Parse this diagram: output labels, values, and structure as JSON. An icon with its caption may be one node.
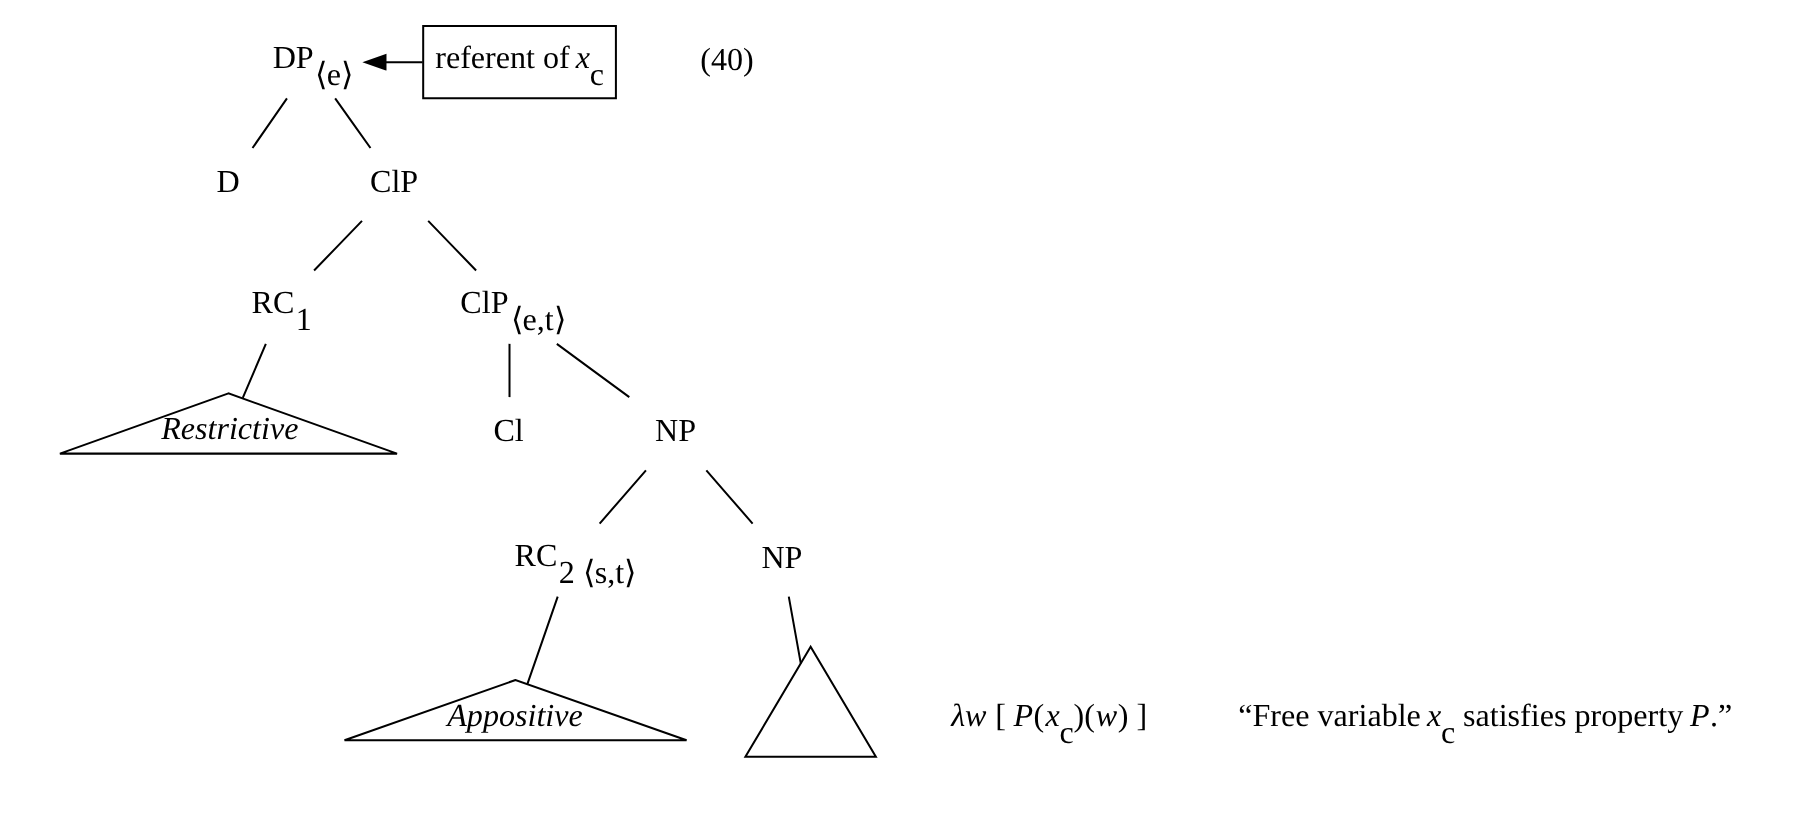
{
  "diagram": {
    "nodes": [
      {
        "text": [
          "DP$_{⟨e⟩}$"
        ]
      },
      {
        "text": [
          "referent of *x*$_{c}$"
        ]
      },
      {
        "text": [
          "D"
        ]
      },
      {
        "text": [
          "ClP"
        ]
      },
      {
        "text": [
          "RC$_{1}$"
        ]
      },
      {
        "text": [
          "ClP$_{⟨e,t⟩}$"
        ]
      },
      {
        "text": [
          "Restrictive"
        ]
      },
      {
        "text": [
          "Cl"
        ]
      },
      {
        "text": [
          "NP"
        ]
      },
      {
        "text": [
          "RC$_{2 ⟨s,t⟩}$"
        ]
      },
      {
        "text": [
          "NP"
        ]
      },
      {
        "text": [
          "Appositive"
        ]
      },
      {
        "text": [],
        "shape": "triangle"
      }
    ],
    "edges": [
      {
        "from": 1,
        "to": 0,
        "arrow": "to"
      },
      {
        "from": 0,
        "to": 2,
        "arrow": "none"
      },
      {
        "from": 0,
        "to": 3,
        "arrow": "none"
      },
      {
        "from": 3,
        "to": 4,
        "arrow": "none"
      },
      {
        "from": 3,
        "to": 5,
        "arrow": "none"
      },
      {
        "from": 4,
        "to": 6,
        "arrow": "none"
      },
      {
        "from": 5,
        "to": 7,
        "arrow": "none"
      },
      {
        "from": 5,
        "to": 8,
        "arrow": "none"
      },
      {
        "from": 8,
        "to": 9,
        "arrow": "none"
      },
      {
        "from": 8,
        "to": 10,
        "arrow": "none"
      },
      {
        "from": 9,
        "to": 11,
        "arrow": "none"
      },
      {
        "from": 10,
        "to": 12,
        "arrow": "none"
      }
    ],
    "labels": [
      "(40)",
      "*λw* [ *P*(*x*$_{c}$)(*w*) ]",
      "“Free variable *x*$_{c}$ satisfies property *P*.”"
    ]
  }
}
